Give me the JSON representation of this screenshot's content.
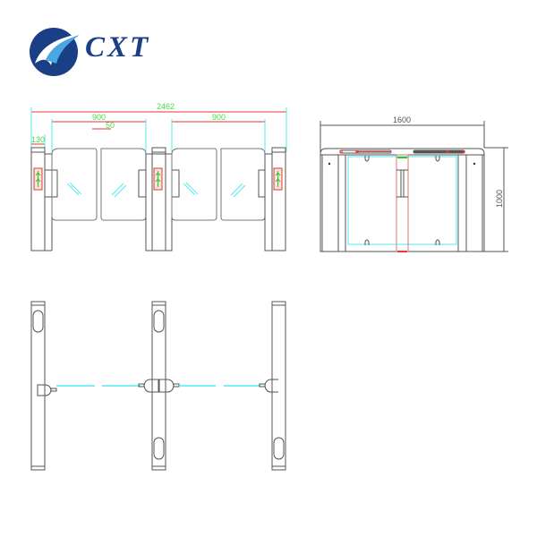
{
  "logo": {
    "brand_name": "CXT",
    "icon": "swoosh-logo-icon",
    "colors": {
      "primary": "#1a3f86",
      "accent": "#4aa8e0"
    }
  },
  "front_view": {
    "overall_width": "2462",
    "wing_width_left": "900",
    "wing_width_right": "900",
    "gap": "50",
    "post_width": "130"
  },
  "side_view": {
    "width": "1600",
    "height": "1000"
  },
  "colors": {
    "outline": "#555555",
    "dimension_line": "#e53935",
    "dimension_text": "#4cd84c",
    "glass": "#56e8f0",
    "arrow": "#22cc22",
    "indicator_box": "#e53935"
  }
}
